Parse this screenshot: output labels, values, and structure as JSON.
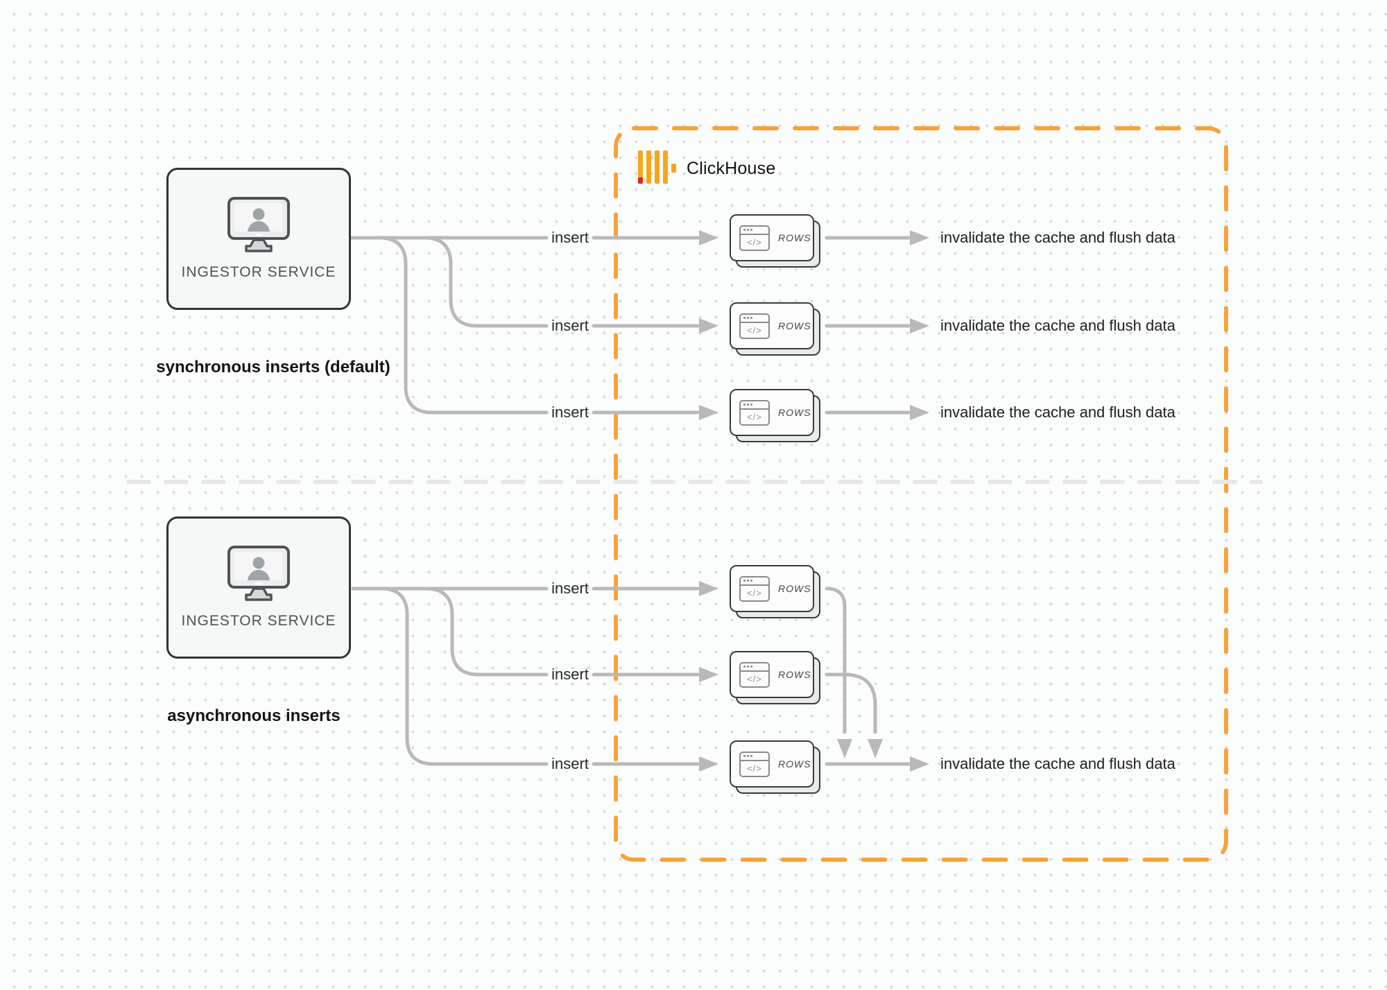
{
  "clickhouse": {
    "title": "ClickHouse"
  },
  "sync_section": {
    "caption": "synchronous inserts (default)",
    "service_label": "INGESTOR SERVICE",
    "rows": [
      {
        "insert_label": "insert",
        "node_label": "ROWS",
        "result_label": "invalidate the cache and flush data"
      },
      {
        "insert_label": "insert",
        "node_label": "ROWS",
        "result_label": "invalidate the cache and flush data"
      },
      {
        "insert_label": "insert",
        "node_label": "ROWS",
        "result_label": "invalidate the cache and flush data"
      }
    ]
  },
  "async_section": {
    "caption": "asynchronous inserts",
    "service_label": "INGESTOR SERVICE",
    "rows": [
      {
        "insert_label": "insert",
        "node_label": "ROWS"
      },
      {
        "insert_label": "insert",
        "node_label": "ROWS"
      },
      {
        "insert_label": "insert",
        "node_label": "ROWS",
        "result_label": "invalidate the cache and flush data"
      }
    ]
  },
  "icons": {
    "service": "monitor-user-icon",
    "node": "code-window-icon",
    "brand": "clickhouse-bars-icon",
    "code_glyph": "</>"
  },
  "colors": {
    "accent_orange": "#F7A23B",
    "logo_yellow": "#F9A51B",
    "logo_red": "#EB1F27",
    "connector_gray": "#B9B9B9",
    "divider_gray": "#E7E7E7"
  }
}
